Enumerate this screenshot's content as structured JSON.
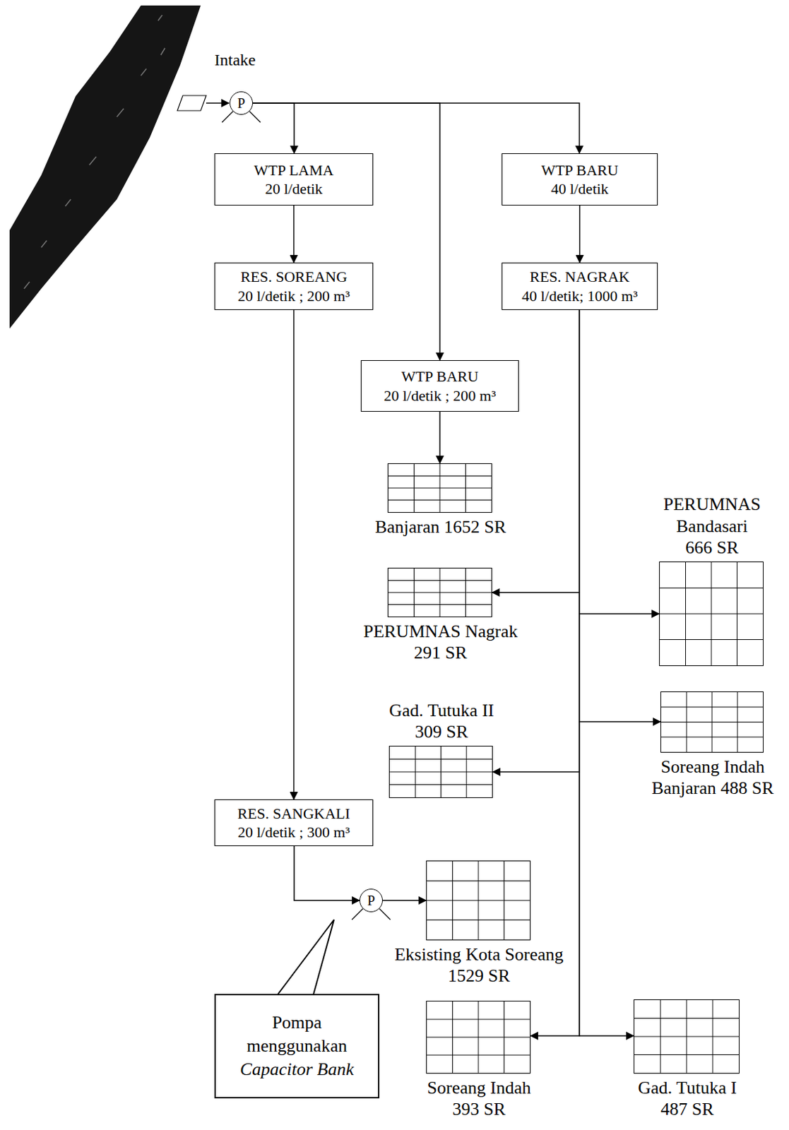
{
  "diagram": {
    "nodes": [
      {
        "text": [
          "P"
        ]
      },
      {
        "text": [
          "WTP LAMA",
          "20 l/detik"
        ]
      },
      {
        "text": [
          "WTP BARU",
          "40 l/detik"
        ]
      },
      {
        "text": [
          "RES. SOREANG",
          "20 l/detik ; 200 m³"
        ]
      },
      {
        "text": [
          "RES. NAGRAK",
          "40 l/detik; 1000 m³"
        ]
      },
      {
        "text": [
          "WTP BARU",
          "20 l/detik ; 200 m³"
        ]
      },
      {
        "text": [
          "Banjaran 1652 SR"
        ]
      },
      {
        "text": [
          "PERUMNAS Bandasari 666 SR"
        ]
      },
      {
        "text": [
          "PERUMNAS Nagrak 291 SR"
        ]
      },
      {
        "text": [
          "Gad. Tutuka II 309 SR"
        ]
      },
      {
        "text": [
          "Soreang Indah Banjaran 488 SR"
        ]
      },
      {
        "text": [
          "RES. SANGKALI",
          "20 l/detik ; 300 m³"
        ]
      },
      {
        "text": [
          "P"
        ]
      },
      {
        "text": [
          "Eksisting Kota Soreang 1529 SR"
        ]
      },
      {
        "text": [
          "Pompa menggunakan",
          "Capacitor Bank"
        ]
      },
      {
        "text": [
          "Soreang Indah 393 SR"
        ]
      },
      {
        "text": [
          "Gad. Tutuka I 487 SR"
        ]
      }
    ],
    "edges": [
      {
        "from": 0,
        "to": 1,
        "arrow": "to"
      },
      {
        "from": 0,
        "to": 5,
        "arrow": "to"
      },
      {
        "from": 0,
        "to": 2,
        "arrow": "to"
      },
      {
        "from": 1,
        "to": 3,
        "arrow": "to"
      },
      {
        "from": 2,
        "to": 4,
        "arrow": "to"
      },
      {
        "from": 3,
        "to": 11,
        "arrow": "to"
      },
      {
        "from": 5,
        "to": 6,
        "arrow": "to"
      },
      {
        "from": 4,
        "to": 8,
        "arrow": "to"
      },
      {
        "from": 4,
        "to": 7,
        "arrow": "to"
      },
      {
        "from": 4,
        "to": 9,
        "arrow": "to"
      },
      {
        "from": 4,
        "to": 10,
        "arrow": "to"
      },
      {
        "from": 4,
        "to": 15,
        "arrow": "to"
      },
      {
        "from": 4,
        "to": 16,
        "arrow": "to"
      },
      {
        "from": 11,
        "to": 12,
        "arrow": "to"
      },
      {
        "from": 12,
        "to": 13,
        "arrow": "to"
      }
    ],
    "labels": [
      "Intake"
    ]
  }
}
